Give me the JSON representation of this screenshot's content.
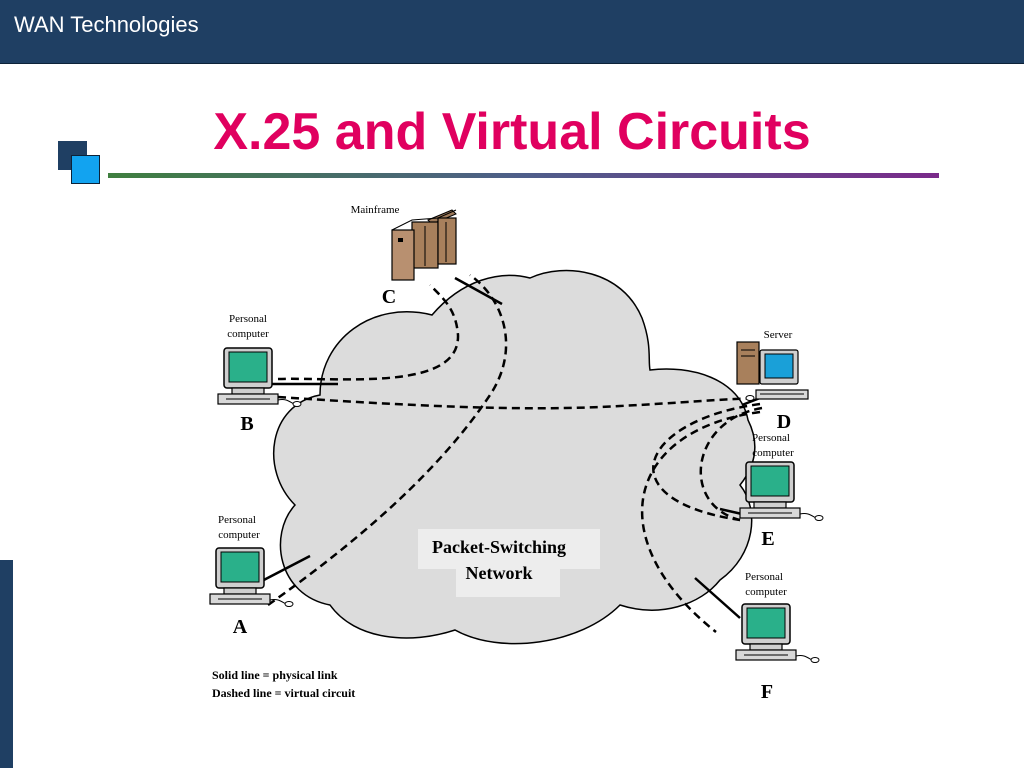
{
  "header": {
    "title": "WAN Technologies"
  },
  "slide": {
    "title": "X.25 and Virtual Circuits"
  },
  "diagram": {
    "network_label_line1": "Packet-Switching",
    "network_label_line2": "Network",
    "nodes": {
      "A": {
        "caption1": "Personal",
        "caption2": "computer",
        "letter": "A"
      },
      "B": {
        "caption1": "Personal",
        "caption2": "computer",
        "letter": "B"
      },
      "C": {
        "caption": "Mainframe",
        "letter": "C"
      },
      "D": {
        "caption": "Server",
        "letter": "D"
      },
      "E": {
        "caption1": "Personal",
        "caption2": "computer",
        "letter": "E"
      },
      "F": {
        "caption1": "Personal",
        "caption2": "computer",
        "letter": "F"
      }
    },
    "legend": {
      "solid": "Solid line = physical link",
      "dashed": "Dashed line = virtual circuit"
    }
  },
  "colors": {
    "header_bg": "#1f3f63",
    "title": "#e0005f",
    "cloud": "#dcdcdc",
    "monitor_screen": "#2ab08a",
    "server_screen": "#1aa0d8"
  }
}
